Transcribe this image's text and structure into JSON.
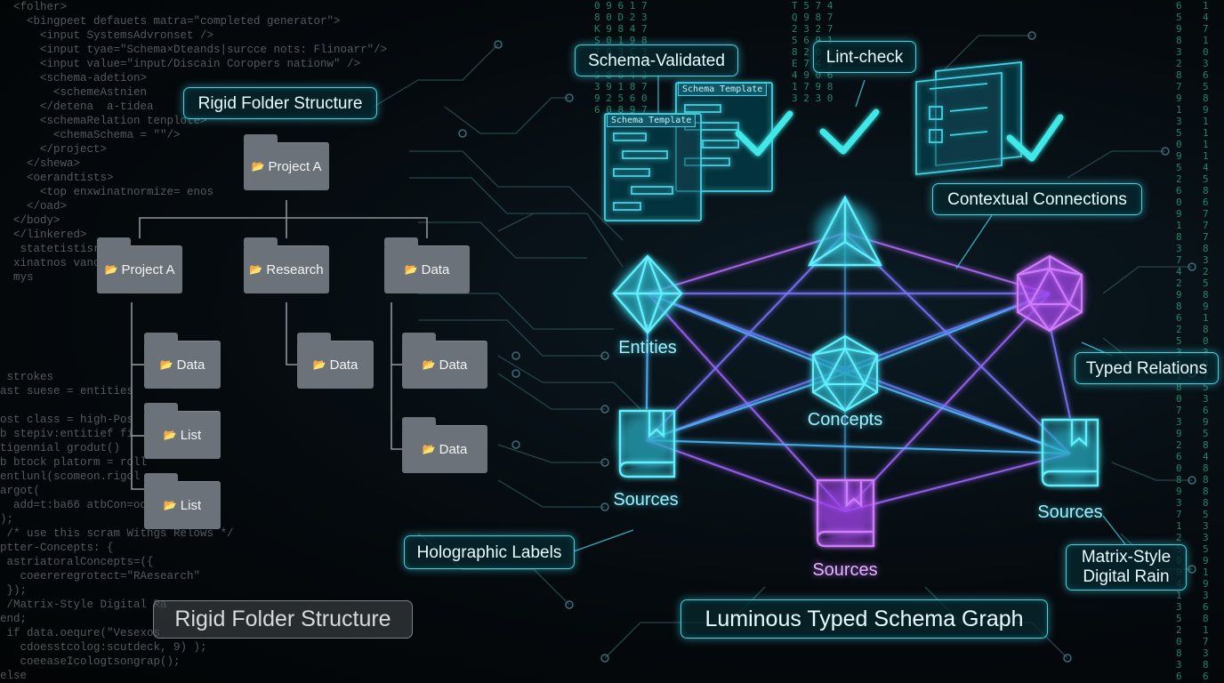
{
  "code_lines": [
    "  <folher>",
    "    <bingpeet defauets matra=\"completed generator\">",
    "      <input SystemsAdvronset />",
    "      <input tyae=\"Schema×Dteands|surcce nots: Flinoarr\"/>",
    "      <input value=\"input/Discain Coropers nationw\" />",
    "      <schema-adetion>",
    "        <schemeAstnien",
    "      </detena  a-tidea",
    "      <schemaRelation tenplote>",
    "        <chemaSchema = \"\"/>",
    "      </project>",
    "    </shewa>",
    "    <oerandtists>",
    "      <top enxwinatnormize= enos",
    "    </oad>",
    "  </body>",
    "  </linkered>",
    "   statetistisr",
    "  xinatnos vanc",
    "  mys",
    "",
    "",
    "",
    "",
    "",
    "",
    " strokes",
    "ast suese = entities",
    "",
    "ost class = high-Pos",
    "b stepiv:entitief fi",
    "tigennial grodut()",
    "b btock platorm = roll",
    "entlunl(scomeon.rigol",
    "argot(",
    "  add=t:ba66 atbCon=oo&",
    ");",
    " /* use this scram Withgs Relows */",
    "ptter-Concepts: {",
    " astriatoralConcepts=({",
    "   coeereregrotect=\"RAesearch\"",
    " });",
    " /Matrix-Style Digital Ra",
    "end;",
    " if data.oequre(\"Vesexos",
    "   cdoesstcolog:scutdeck, 9) );",
    "   coeeaseIcologtsongrap();",
    "else"
  ],
  "folders": {
    "root": "Project A",
    "level1": [
      "Project A",
      "Research",
      "Data"
    ],
    "project_children": [
      "Data",
      "List",
      "List"
    ],
    "research_children": [
      "Data"
    ],
    "data_children": [
      "Data",
      "Data"
    ]
  },
  "folder_icon": "folder-icon",
  "labels": {
    "rigid_top": "Rigid Folder Structure",
    "rigid_bottom": "Rigid Folder Structure",
    "schema_validated": "Schema-Validated",
    "lint_check": "Lint-check",
    "contextual_connections": "Contextual Connections",
    "typed_relations": "Typed Relations",
    "holographic_labels": "Holographic Labels",
    "matrix_rain": "Matrix-Style Digital Rain",
    "title": "Luminous Typed Schema Graph"
  },
  "schema_templates": [
    "Schema Template",
    "Schema Template"
  ],
  "nodes": {
    "entities": "Entities",
    "concepts": "Concepts",
    "sources_left": "Sources",
    "sources_bottom": "Sources",
    "sources_right": "Sources"
  },
  "rain_columns": [
    "0 9 6 1 7\n8 0 D 2 3\nK 9 8 4 7\nS 0 1 9 8\n7 9 3 C 3\n0 3 7 9 2\n5 8 6 4 3\n3 9 1 8 7\n9 2 5 6 0\n6 0 8 9 7",
    "T 5 7 4\nQ 9 8 7\n2 3 2 7\n5 6 9 1\n8 2 0 3\nE 7 4 9\n4 9 0 6\n1 7 9 8\n3 2 3 0",
    "6\n5\n9\n8\n3\n2\n8\n7\n9\n1\n3\n5\n0\n9\n5\n2\n6\n0\n9\n1\n8\n3\n7\n4\n2\n9\n8\n6\n2\n5\n3\n9\n1\n8\n0\n7\n3\n9\n2\n6\n0\n8\n9\n3\n7\n1\n2\n5\n0\n9\n4\n1\n3\n5\n2\n0\n8\n3\n6",
    "1\n4\n7\n1\n0\n3\n6\n5\n8\n9\n1\n1\n1\n1\n4\n5\n8\n6\n7\n7\n7\n8\n3\n2\n5\n8\n9\n1\n8\n0\n3\n9\n7\n5\n3\n6\n9\n5\n8\n4\n8\n8\n8\n8\n5\n3\n3\n5\n9\n1\n9\n3\n6\n8\n1\n7\n3\n8\n6"
  ],
  "colors": {
    "cyan": "#3fd4e6",
    "purple": "#a050ff",
    "folder_grey": "#6b7279"
  }
}
